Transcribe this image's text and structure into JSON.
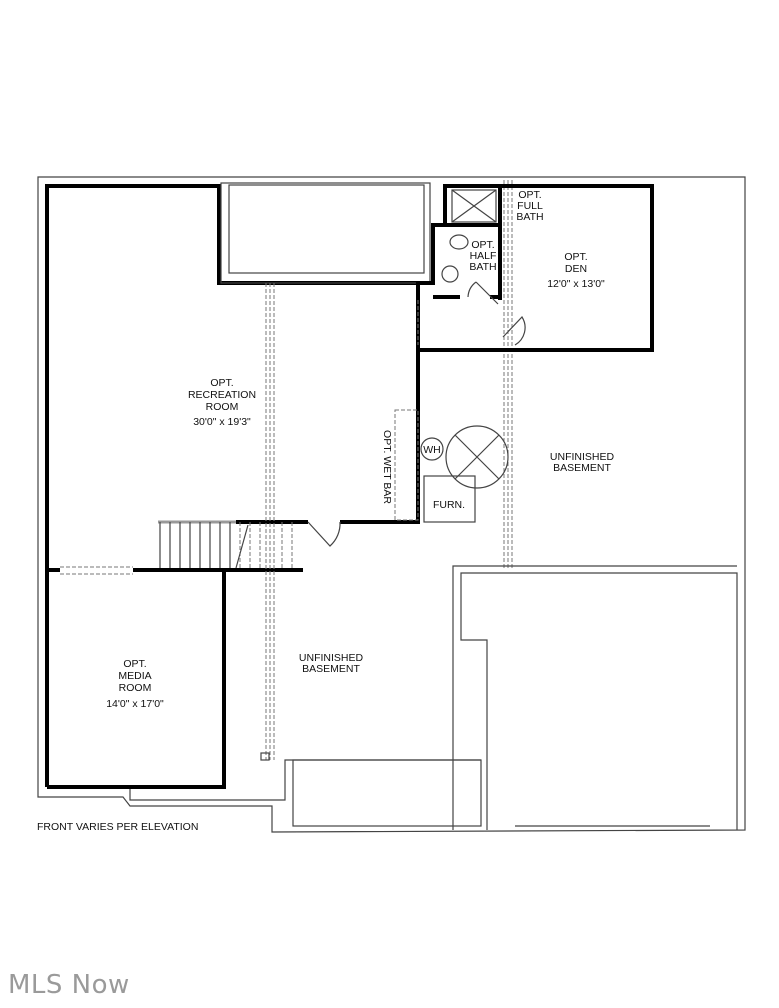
{
  "rooms": {
    "recreation": {
      "line1": "OPT.",
      "line2": "RECREATION",
      "line3": "ROOM",
      "size": "30'0\" x 19'3\""
    },
    "media": {
      "line1": "OPT.",
      "line2": "MEDIA",
      "line3": "ROOM",
      "size": "14'0\" x 17'0\""
    },
    "den": {
      "line1": "OPT.",
      "line2": "DEN",
      "size": "12'0\" x 13'0\""
    },
    "full_bath": {
      "line1": "OPT.",
      "line2": "FULL",
      "line3": "BATH"
    },
    "half_bath": {
      "line1": "OPT.",
      "line2": "HALF",
      "line3": "BATH"
    },
    "wet_bar": {
      "label": "OPT. WET BAR"
    },
    "unfinished_right": {
      "line1": "UNFINISHED",
      "line2": "BASEMENT"
    },
    "unfinished_center": {
      "line1": "UNFINISHED",
      "line2": "BASEMENT"
    }
  },
  "fixtures": {
    "water_heater": "WH",
    "furnace": "FURN."
  },
  "note": "FRONT VARIES PER ELEVATION",
  "watermark": "MLS Now"
}
